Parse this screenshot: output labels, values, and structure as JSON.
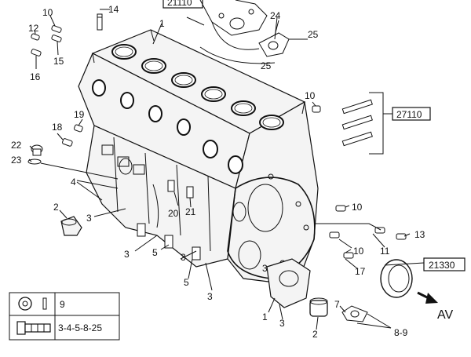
{
  "callouts": {
    "c1_top": "1",
    "c14": "14",
    "c10a": "10",
    "c12": "12",
    "c15": "15",
    "c16": "16",
    "c24": "24",
    "c25a": "25",
    "c25b": "25",
    "c10b": "10",
    "c18": "18",
    "c19": "19",
    "c22": "22",
    "c23": "23",
    "c4": "4",
    "c2a": "2",
    "c3a": "3",
    "c20": "20",
    "c21": "21",
    "c10c": "10",
    "c13": "13",
    "c10d": "10",
    "c11": "11",
    "c3b": "3",
    "c5a": "5",
    "c3c": "3",
    "c5b": "5",
    "c3d": "3",
    "c17": "17",
    "c3e": "3",
    "c1_bottom": "1",
    "c3f": "3",
    "c2b": "2",
    "c7": "7",
    "c89": "8-9"
  },
  "references": {
    "r21110": "21110",
    "r27110": "27110",
    "r21330": "21330"
  },
  "direction_label": "AV",
  "legend": {
    "washer_parts": "9",
    "screw_parts": "3-4-5-8-25"
  }
}
